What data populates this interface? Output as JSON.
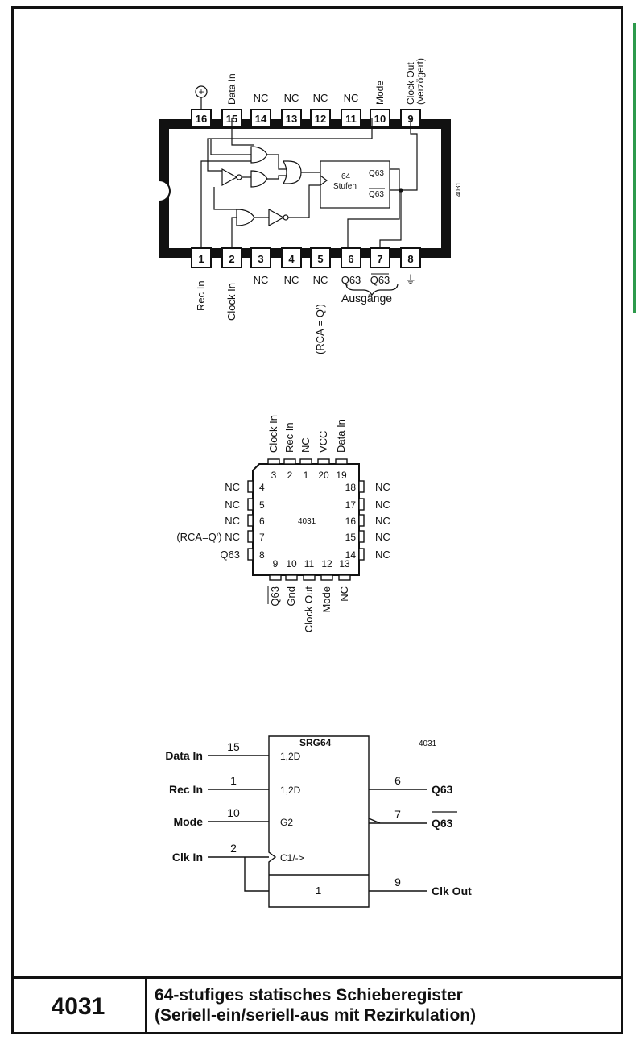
{
  "footer": {
    "number": "4031",
    "title_line1": "64-stufiges statisches Schieberegister",
    "title_line2": "(Seriell-ein/seriell-aus mit Rezirkulation)"
  },
  "dip": {
    "top_pins": [
      {
        "num": "16",
        "label": "+"
      },
      {
        "num": "15",
        "label": "Data In"
      },
      {
        "num": "14",
        "label": "NC"
      },
      {
        "num": "13",
        "label": "NC"
      },
      {
        "num": "12",
        "label": "NC"
      },
      {
        "num": "11",
        "label": "NC"
      },
      {
        "num": "10",
        "label": "Mode"
      },
      {
        "num": "9",
        "label": "Clock Out",
        "label2": "(verzögert)"
      }
    ],
    "bottom_pins": [
      {
        "num": "1",
        "label": "Rec In"
      },
      {
        "num": "2",
        "label": "Clock In"
      },
      {
        "num": "3",
        "label": "NC"
      },
      {
        "num": "4",
        "label": "NC"
      },
      {
        "num": "5",
        "label": "NC",
        "label2": "(RCA = Q')"
      },
      {
        "num": "6",
        "label": "Q63"
      },
      {
        "num": "7",
        "label": "Q63"
      },
      {
        "num": "8",
        "label": "⏚"
      }
    ],
    "ausgaenge": "Ausgänge",
    "register_line1": "64",
    "register_line2": "Stufen",
    "out_q": "Q63",
    "out_qbar": "Q63",
    "chip_id": "4031"
  },
  "plcc": {
    "chip_id": "4031",
    "top_pins": [
      {
        "num": "3",
        "label": "Clock In"
      },
      {
        "num": "2",
        "label": "Rec In"
      },
      {
        "num": "1",
        "label": "NC"
      },
      {
        "num": "20",
        "label": "VCC"
      },
      {
        "num": "19",
        "label": "Data In"
      }
    ],
    "left_pins": [
      {
        "num": "4",
        "label": "NC"
      },
      {
        "num": "5",
        "label": "NC"
      },
      {
        "num": "6",
        "label": "NC"
      },
      {
        "num": "7",
        "label": "(RCA=Q') NC"
      },
      {
        "num": "8",
        "label": "Q63"
      }
    ],
    "right_pins": [
      {
        "num": "18",
        "label": "NC"
      },
      {
        "num": "17",
        "label": "NC"
      },
      {
        "num": "16",
        "label": "NC"
      },
      {
        "num": "15",
        "label": "NC"
      },
      {
        "num": "14",
        "label": "NC"
      }
    ],
    "bottom_pins": [
      {
        "num": "9",
        "label": "Q63"
      },
      {
        "num": "10",
        "label": "Gnd"
      },
      {
        "num": "11",
        "label": "Clock Out"
      },
      {
        "num": "12",
        "label": "Mode"
      },
      {
        "num": "13",
        "label": "NC"
      }
    ]
  },
  "logic": {
    "block_title": "SRG64",
    "chip_id": "4031",
    "inputs": [
      {
        "name": "Data In",
        "pin": "15",
        "func": "1,2D"
      },
      {
        "name": "Rec In",
        "pin": "1",
        "func": "1,2D"
      },
      {
        "name": "Mode",
        "pin": "10",
        "func": "G2"
      },
      {
        "name": "Clk In",
        "pin": "2",
        "func": "C1/->"
      }
    ],
    "outputs": [
      {
        "name": "Q63",
        "pin": "6"
      },
      {
        "name": "Q63",
        "pin": "7"
      },
      {
        "name": "Clk Out",
        "pin": "9"
      }
    ],
    "buffer_label": "1"
  }
}
